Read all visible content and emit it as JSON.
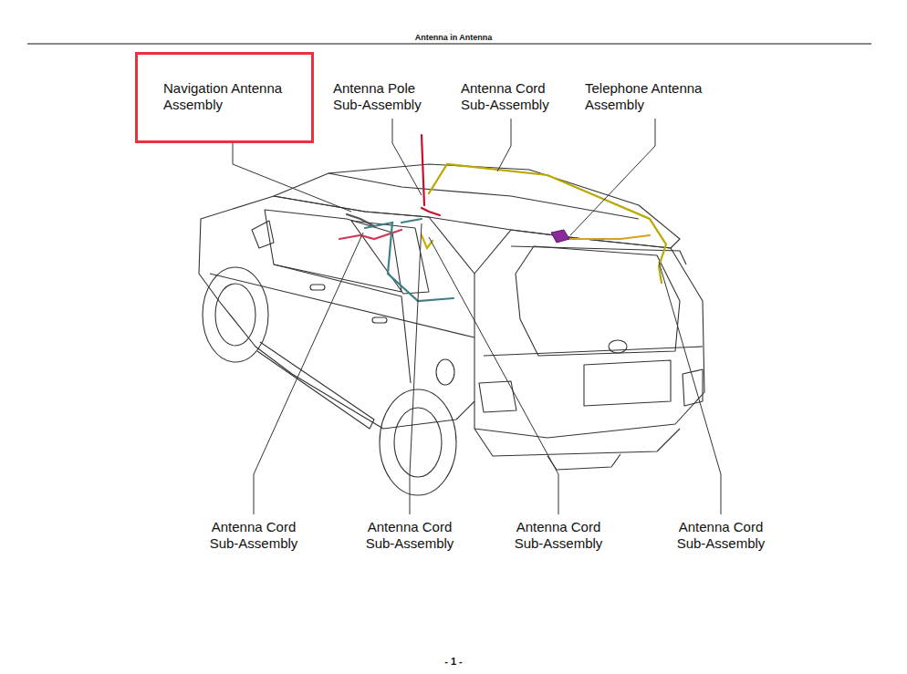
{
  "diagram": {
    "title": "Antenna in Antenna",
    "nodes": [
      {
        "text": [
          "Navigation Antenna Assembly"
        ]
      }
    ],
    "labels": [
      "Antenna Pole Sub-Assembly",
      "Antenna Cord Sub-Assembly",
      "Telephone Antenna Assembly",
      "Antenna Cord Sub-Assembly",
      "Antenna Cord Sub-Assembly",
      "Antenna Cord Sub-Assembly",
      "Antenna Cord Sub-Assembly",
      "- 1 -"
    ]
  }
}
